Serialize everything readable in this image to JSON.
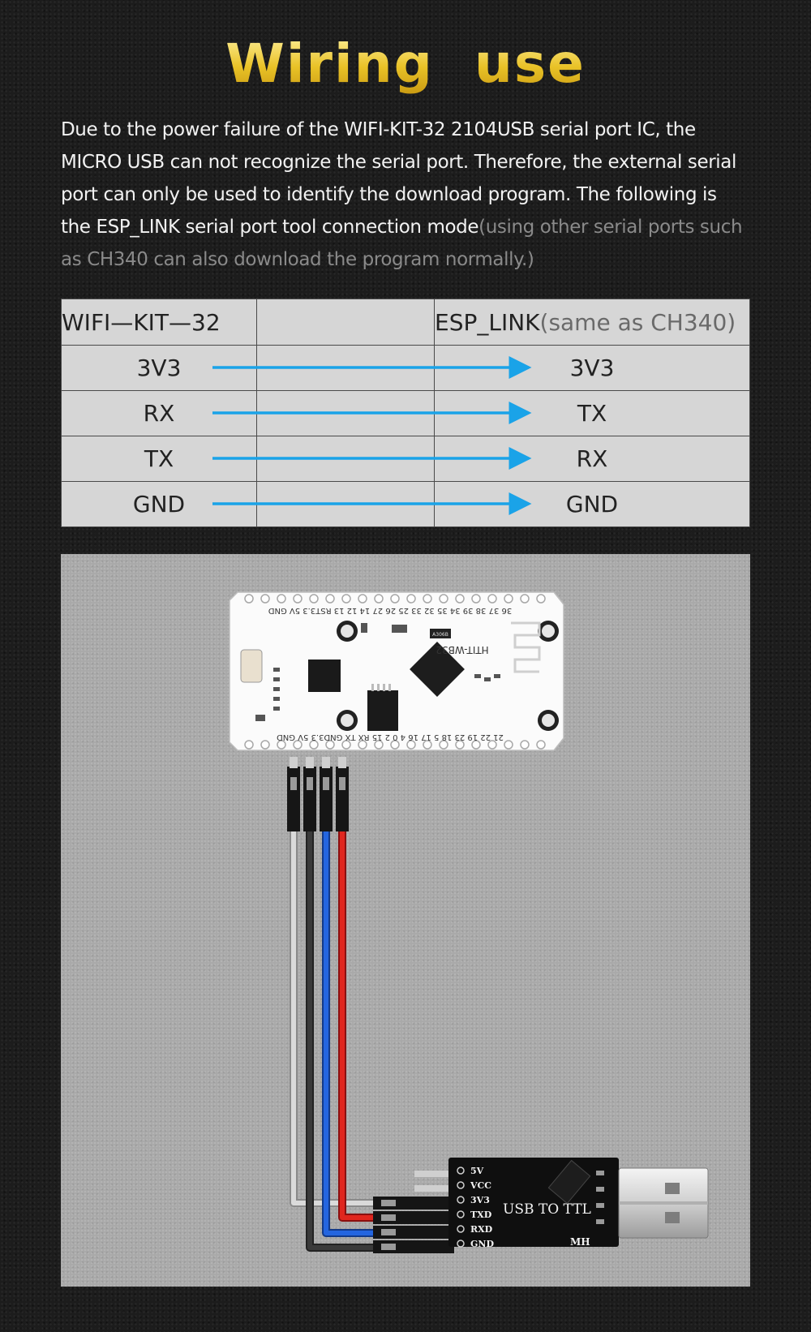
{
  "title": "Wiring  use",
  "intro": {
    "text": "Due to the power failure of the WIFI-KIT-32 2104USB serial port IC, the MICRO USB can not recognize the serial port. Therefore, the external serial port can only be used to identify the download program. The following is the ESP_LINK serial port tool connection mode",
    "note": "(using other serial ports such as CH340 can also download the program normally.)"
  },
  "table": {
    "left_header": "WIFI—KIT—32",
    "right_header": "ESP_LINK",
    "right_header_note": "(same as CH340)",
    "rows": [
      {
        "left": "3V3",
        "right": "3V3"
      },
      {
        "left": "RX",
        "right": "TX"
      },
      {
        "left": "TX",
        "right": "RX"
      },
      {
        "left": "GND",
        "right": "GND"
      }
    ],
    "arrow_color": "#1aa3e8"
  },
  "photo": {
    "board": {
      "model": "HTIT-WB32",
      "top_pins": "36 37 38 39 34 35 32 33 25 26 27 14 12 13 RST3.3 5V GND",
      "bottom_pins": "21 22 19 23 18 5 17 16 4 0 2 15 RX TX GND3.3 5V GND",
      "chip_label": "A306B"
    },
    "adapter": {
      "title": "USB TO TTL",
      "brand": "MH",
      "pins": [
        "5V",
        "VCC",
        "3V3",
        "TXD",
        "RXD",
        "GND"
      ]
    },
    "wire_colors": {
      "red": "#d9221c",
      "blue": "#1f5fd6",
      "black": "#2a2a2a",
      "grey": "#d2d2d2"
    }
  }
}
